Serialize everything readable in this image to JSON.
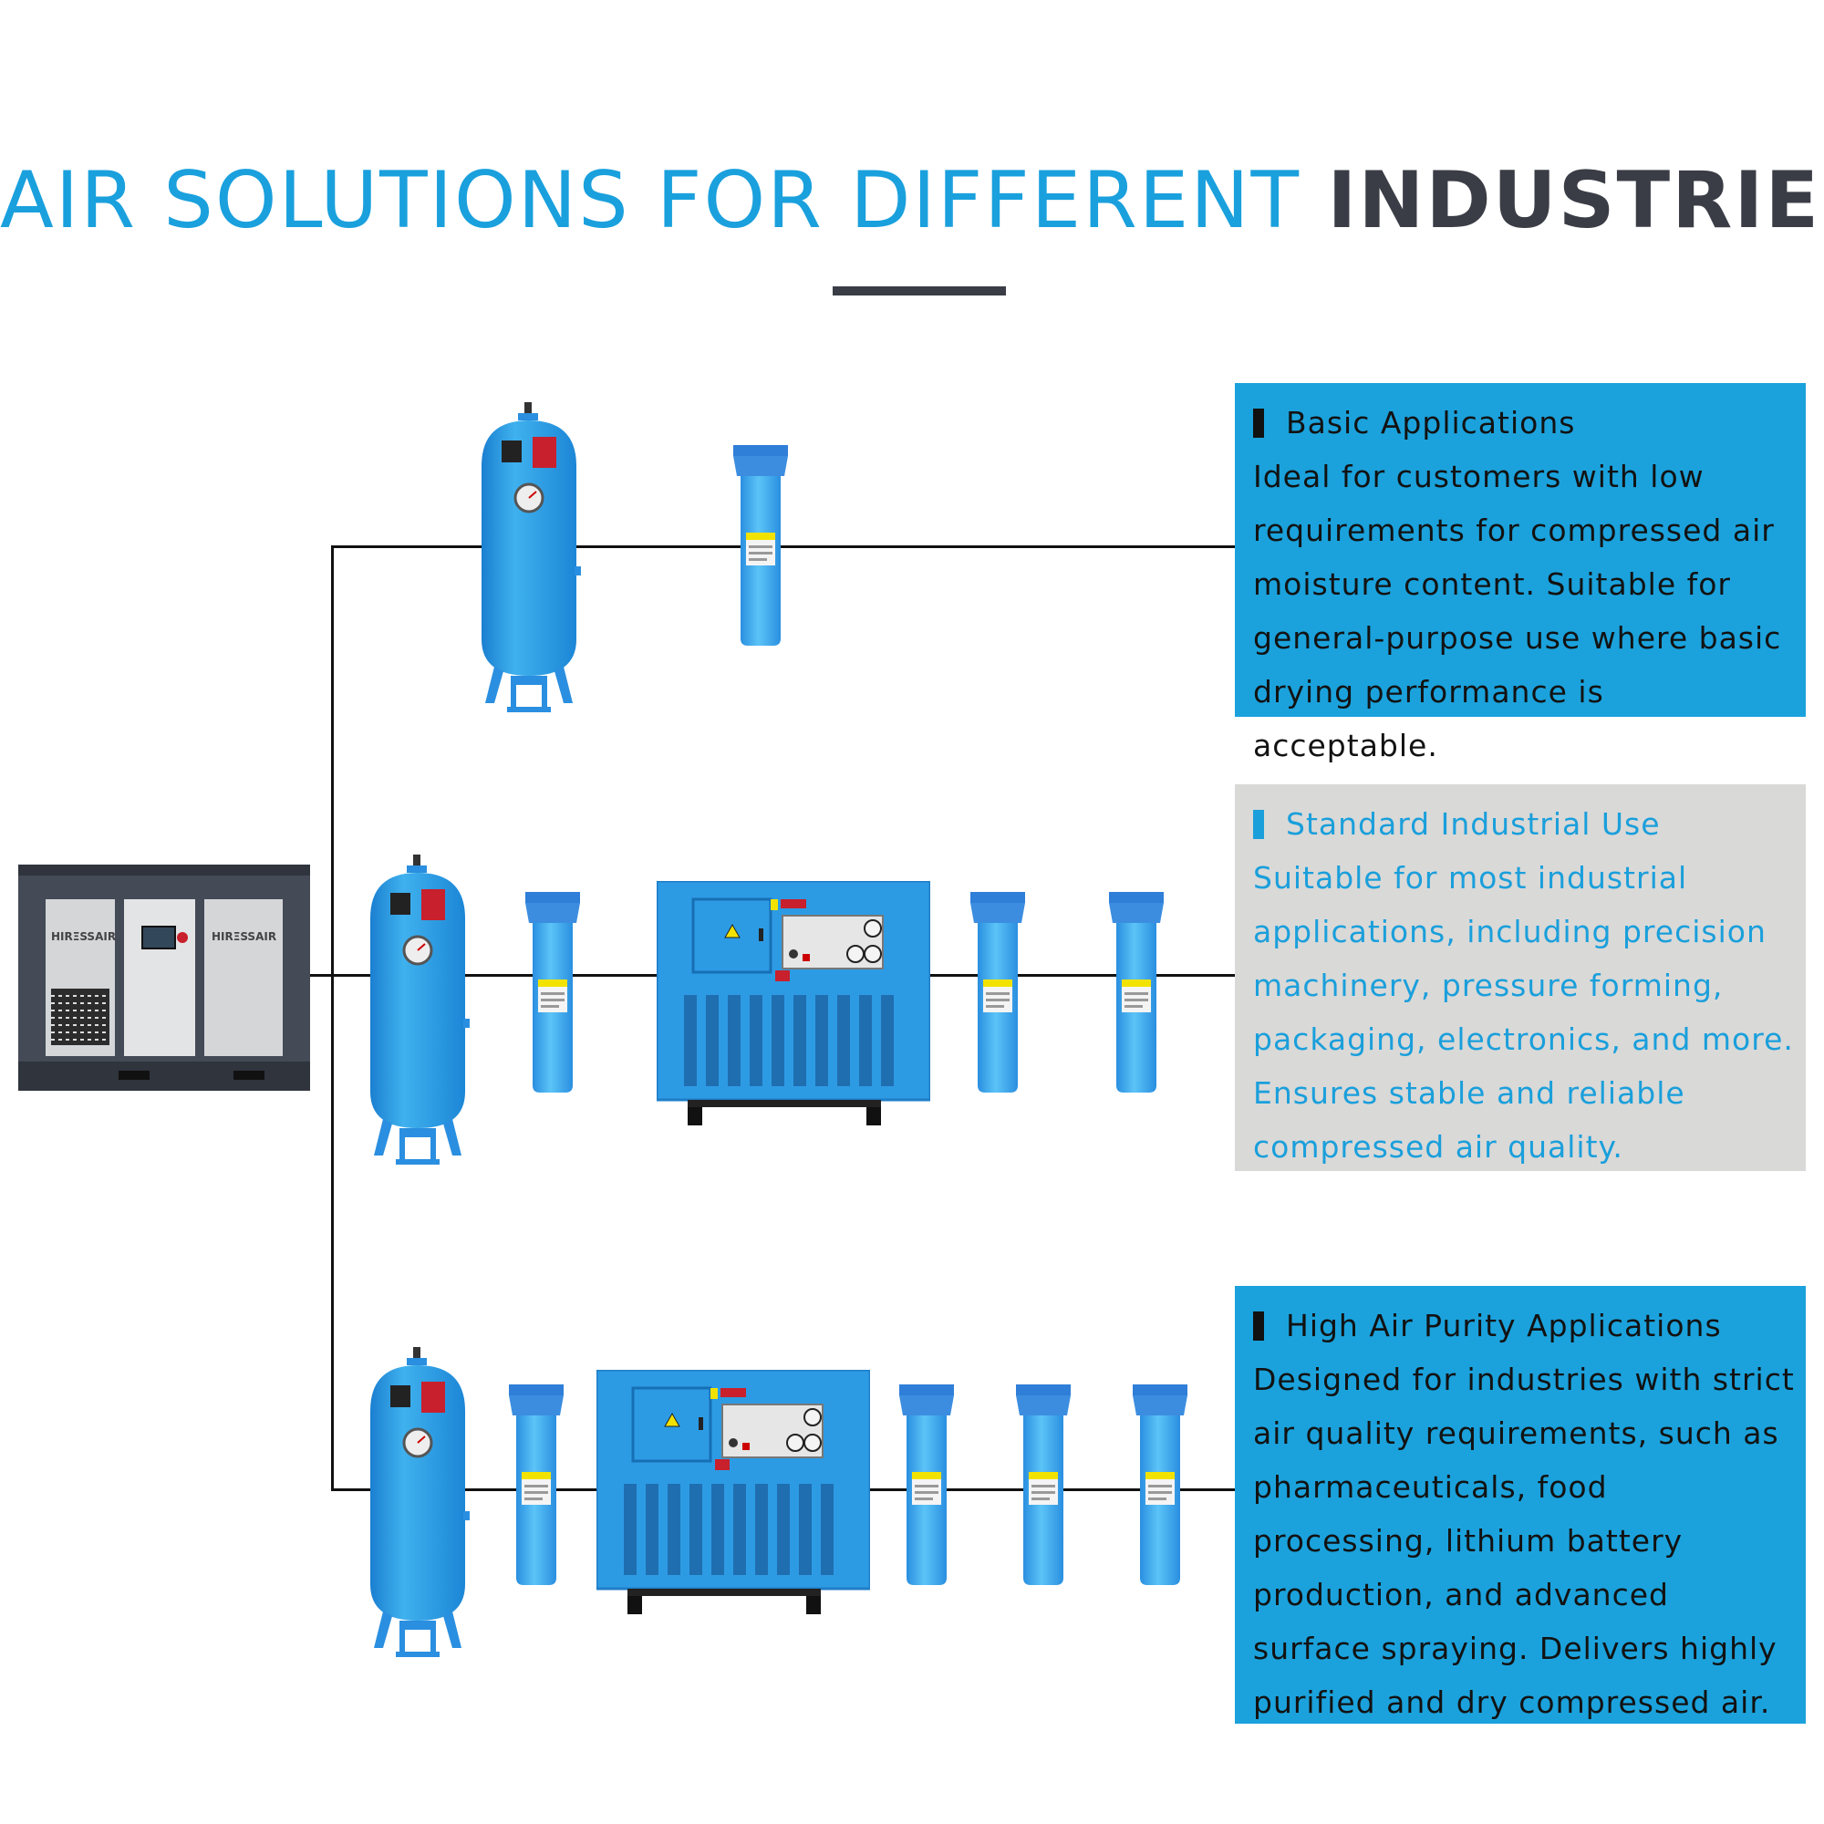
{
  "title": {
    "part1": "AIR SOLUTIONS FOR DIFFERENT ",
    "part2": "INDUSTRIES"
  },
  "compressor": {
    "brand": "HIRΞSSAIR",
    "brand2": "HIRΞSSAIR"
  },
  "panels": [
    {
      "heading": "Basic Applications",
      "description": "Ideal for customers with low requirements for compressed air moisture content. Suitable for general-purpose use where basic drying performance is acceptable."
    },
    {
      "heading": "Standard Industrial Use",
      "description": "Suitable for most industrial applications, including precision machinery, pressure forming, packaging, electronics, and more. Ensures stable and reliable compressed air quality."
    },
    {
      "heading": "High Air Purity Applications",
      "description": "Designed for industries with strict air quality requirements, such as pharmaceuticals, food processing, lithium battery production, and advanced surface spraying. Delivers highly purified and dry compressed air."
    }
  ],
  "colors": {
    "accent_blue": "#1aa0dd",
    "panel_blue": "#1ba2dc",
    "panel_grey": "#d9d9d8",
    "title_dark": "#3a3d46",
    "equipment_blue": "#2a9ee0"
  }
}
